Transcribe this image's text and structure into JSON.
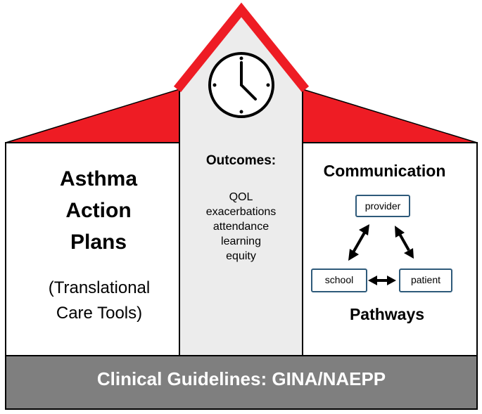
{
  "left": {
    "title_lines": [
      "Asthma",
      "Action",
      "Plans"
    ],
    "sub_lines": [
      "(Translational",
      "Care Tools)"
    ]
  },
  "center": {
    "heading": "Outcomes:",
    "items": [
      "QOL",
      "exacerbations",
      "attendance",
      "learning",
      "equity"
    ]
  },
  "right": {
    "heading": "Communication",
    "footer": "Pathways",
    "nodes": {
      "provider": "provider",
      "school": "school",
      "patient": "patient"
    }
  },
  "base": {
    "label": "Clinical Guidelines: GINA/NAEPP"
  },
  "icons": {
    "clock": "clock-icon"
  },
  "colors": {
    "roof": "#ee1c24",
    "base": "#7f7f7f",
    "tower": "#ececec",
    "outline": "#000000",
    "node_border": "#2e5a7a"
  }
}
